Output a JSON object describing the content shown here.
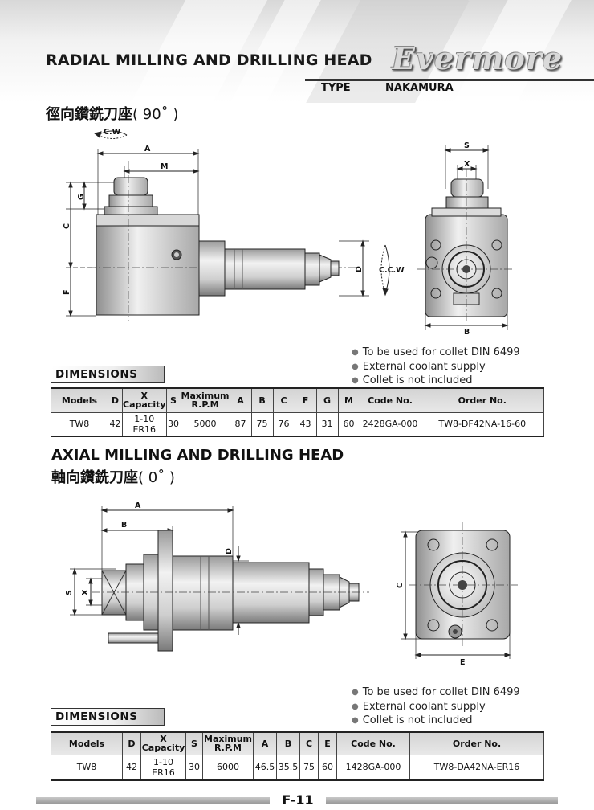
{
  "header": {
    "title": "RADIAL MILLING AND DRILLING HEAD",
    "brand": "Evermore",
    "type_label": "TYPE",
    "type_value": "NAKAMURA"
  },
  "radial": {
    "title_cn": "徑向鑽銑刀座",
    "angle": "( 90˚ )",
    "labels": {
      "cw": "C.W",
      "ccw": "C.C.W",
      "a": "A",
      "m": "M",
      "g": "G",
      "c": "C",
      "f": "F",
      "d": "D",
      "s": "S",
      "x": "X",
      "b": "B"
    },
    "notes": [
      "To be used for collet DIN 6499",
      "External coolant supply",
      "Collet is not included"
    ],
    "dimensions_label": "DIMENSIONS",
    "table": {
      "headers": [
        "Models",
        "D",
        "X Capacity",
        "S",
        "Maximum R.P.M",
        "A",
        "B",
        "C",
        "F",
        "G",
        "M",
        "Code No.",
        "Order No."
      ],
      "header_x_top": "X",
      "header_x_bottom": "Capacity",
      "header_rpm_top": "Maximum",
      "header_rpm_bottom": "R.P.M",
      "rows": [
        {
          "models": "TW8",
          "d": "42",
          "x_top": "1-10",
          "x_bottom": "ER16",
          "s": "30",
          "rpm": "5000",
          "a": "87",
          "b": "75",
          "c": "76",
          "f": "43",
          "g": "31",
          "m": "60",
          "code": "2428GA-000",
          "order": "TW8-DF42NA-16-60"
        }
      ]
    }
  },
  "axial": {
    "title": "AXIAL MILLING AND DRILLING HEAD",
    "title_cn": "軸向鑽銑刀座",
    "angle": "( 0˚ )",
    "labels": {
      "a": "A",
      "b": "B",
      "d": "D",
      "s": "S",
      "x": "X",
      "c": "C",
      "e": "E"
    },
    "notes": [
      "To be used for collet DIN 6499",
      "External coolant supply",
      "Collet is not included"
    ],
    "dimensions_label": "DIMENSIONS",
    "table": {
      "header_models": "Models",
      "header_d": "D",
      "header_x_top": "X",
      "header_x_bottom": "Capacity",
      "header_s": "S",
      "header_rpm_top": "Maximum",
      "header_rpm_bottom": "R.P.M",
      "header_a": "A",
      "header_b": "B",
      "header_c": "C",
      "header_e": "E",
      "header_code": "Code No.",
      "header_order": "Order No.",
      "rows": [
        {
          "models": "TW8",
          "d": "42",
          "x_top": "1-10",
          "x_bottom": "ER16",
          "s": "30",
          "rpm": "6000",
          "a": "46.5",
          "b": "35.5",
          "c": "75",
          "e": "60",
          "code": "1428GA-000",
          "order": "TW8-DA42NA-ER16"
        }
      ]
    }
  },
  "footer": {
    "page": "F-11"
  }
}
